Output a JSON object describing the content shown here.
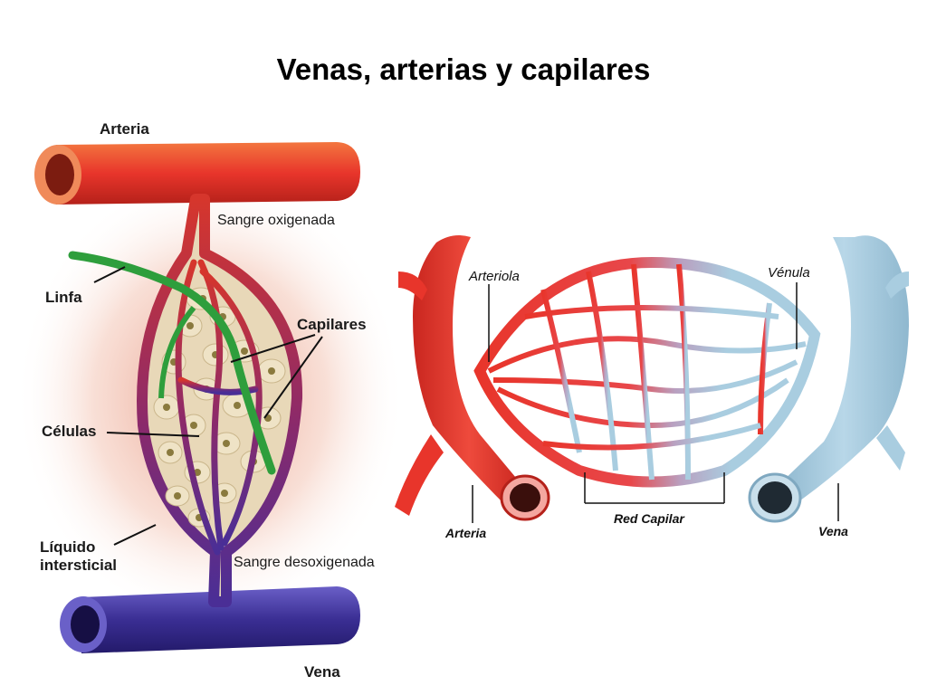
{
  "title": "Venas, arterias y capilares",
  "left_diagram": {
    "labels": {
      "arteria": "Arteria",
      "sangre_oxigenada": "Sangre oxigenada",
      "linfa": "Linfa",
      "capilares": "Capilares",
      "celulas": "Células",
      "liquido_line1": "Líquido",
      "liquido_line2": "intersticial",
      "sangre_desoxigenada": "Sangre  desoxigenada",
      "vena": "Vena"
    }
  },
  "right_diagram": {
    "labels": {
      "arteriola": "Arteriola",
      "venula": "Vénula",
      "arteria": "Arteria",
      "red_capilar": "Red Capilar",
      "vena": "Vena"
    }
  },
  "colors": {
    "artery": "#e8352b",
    "artery_light": "#f07a6e",
    "vein_dark": "#3a2e93",
    "vein_light": "#a9cde0",
    "lymph": "#2e9e3c",
    "cell": "#efe3c6",
    "nucleus": "#8a7a3e"
  }
}
